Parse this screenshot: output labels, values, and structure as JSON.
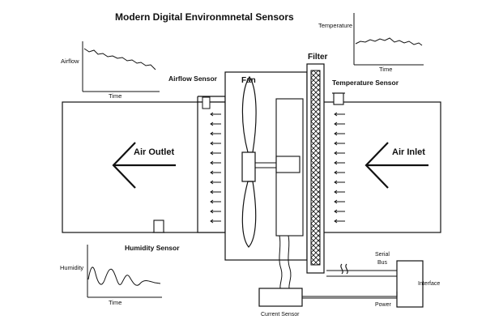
{
  "title": "Modern Digital Environmnetal Sensors",
  "labels": {
    "filter": "Filter",
    "fan": "Fan",
    "airflow_sensor": "Airflow Sensor",
    "temperature_sensor": "Temperature Sensor",
    "humidity_sensor": "Humidity Sensor",
    "current_sensor": "Current Sensor",
    "air_outlet": "Air Outlet",
    "air_inlet": "Air Inlet",
    "serial_bus_line1": "Serial",
    "serial_bus_line2": "Bus",
    "interface": "Interface",
    "power": "Power"
  },
  "charts": {
    "airflow": {
      "ylabel": "Airflow",
      "xlabel": "Time"
    },
    "temperature": {
      "ylabel": "Temperature",
      "xlabel": "Time"
    },
    "humidity": {
      "ylabel": "Humidity",
      "xlabel": "Time"
    }
  },
  "colors": {
    "line": "#111111",
    "background": "#ffffff"
  }
}
